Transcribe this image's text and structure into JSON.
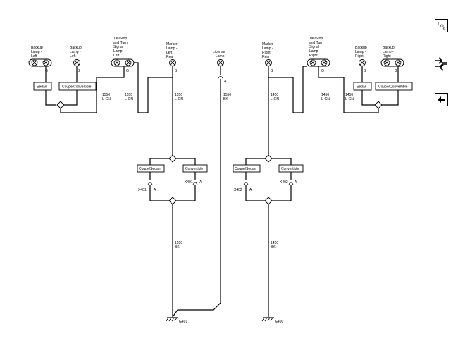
{
  "lamps": {
    "backup_lamp_left_sedan": [
      "Backup",
      "Lamp -",
      "Left"
    ],
    "backup_lamp_left_coupe": [
      "Backup",
      "Lamp -",
      "Left"
    ],
    "tail_stop_turn_left": [
      "Tail/Stop",
      "and Turn",
      "Signal",
      "Lamp -",
      "Left"
    ],
    "marker_lamp_left_rear": [
      "Marker",
      "Lamp -",
      "Left",
      "Rear"
    ],
    "license_lamp": [
      "License",
      "Lamp"
    ],
    "marker_lamp_right_rear": [
      "Marker",
      "Lamp -",
      "Right",
      "Rear"
    ],
    "tail_stop_turn_right": [
      "Tail/Stop",
      "and Turn",
      "Signal",
      "Lamp -",
      "Right"
    ],
    "backup_lamp_right_sedan": [
      "Backup",
      "Lamp -",
      "Right"
    ],
    "backup_lamp_right_coupe": [
      "Backup",
      "Lamp -",
      "Right"
    ]
  },
  "pins": {
    "g": "G",
    "b": "B",
    "a": "A"
  },
  "options": {
    "sedan": "Sedan",
    "coupe_convertible": "Coupe/Convertible",
    "coupe_sedan": "Coupe/Sedan",
    "convertible": "Convertible"
  },
  "wires": {
    "w1550_lgn": [
      "1550",
      "L-GN"
    ],
    "w1450_lgn": [
      "1450",
      "L-GN"
    ],
    "w1550_bk": [
      "1550",
      "BK"
    ],
    "w1450_bk": [
      "1450",
      "BK"
    ]
  },
  "connectors": {
    "x401": "X401",
    "x402": "X402"
  },
  "grounds": {
    "g401": "G401",
    "g400": "G400"
  },
  "sidebar": {
    "loc_label": "L",
    "loc_sub": "O",
    "loc_sub2": "C",
    "back_glyph": "🡐"
  }
}
